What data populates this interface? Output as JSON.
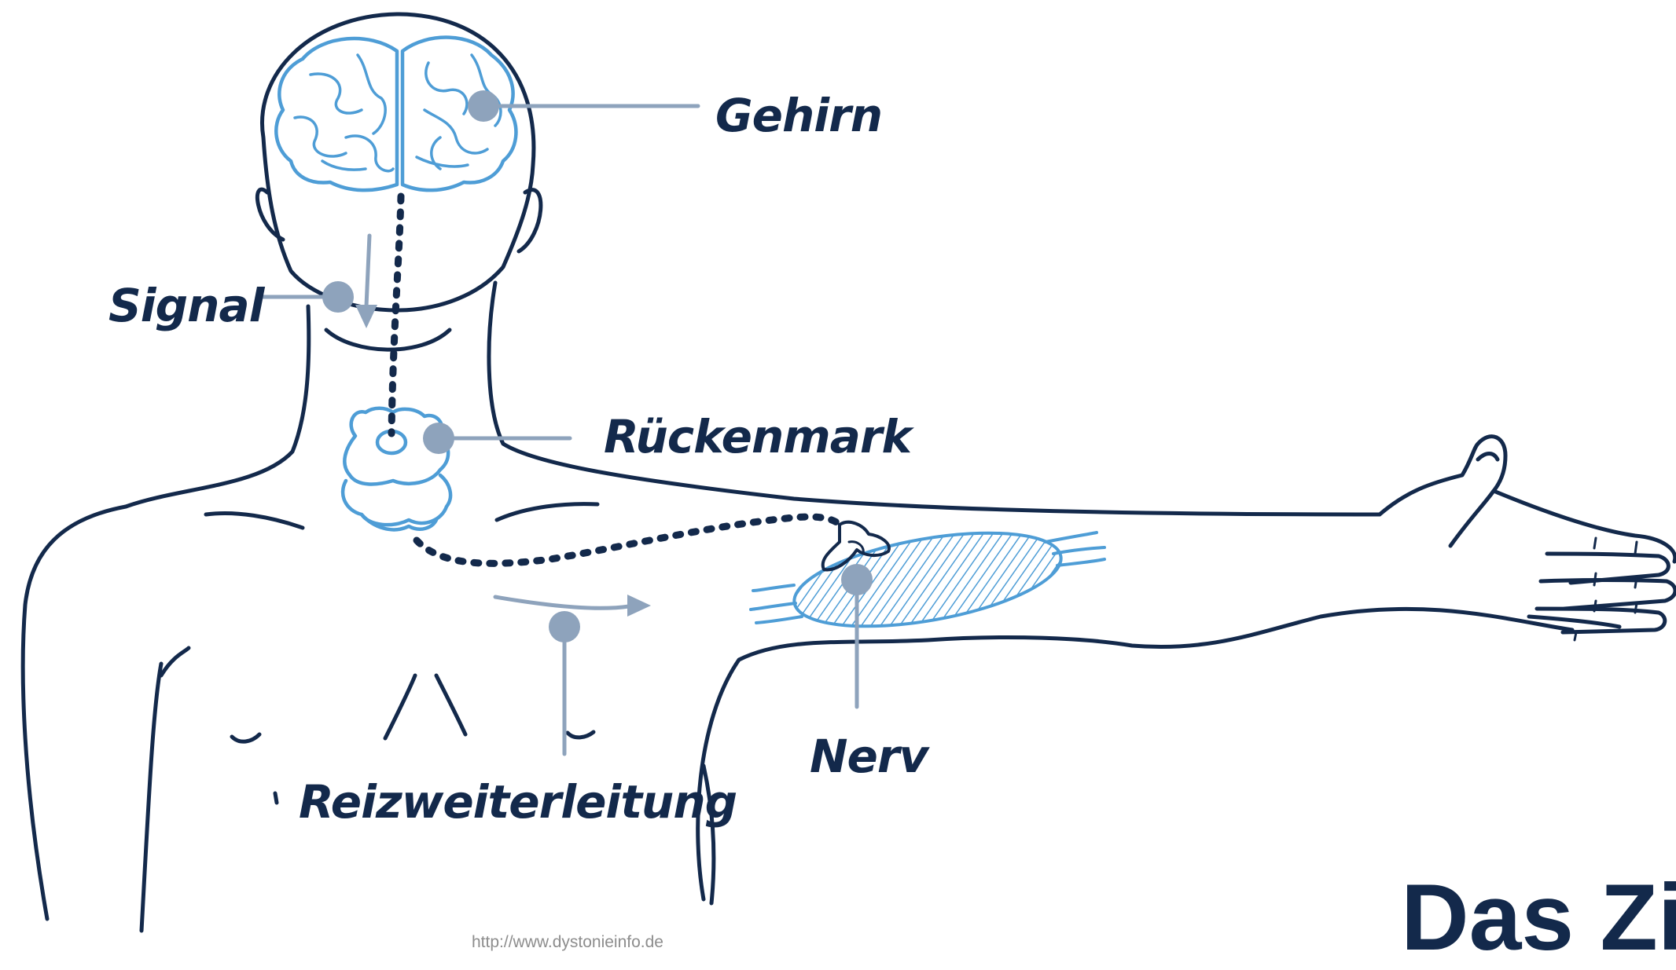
{
  "figure": {
    "labels": {
      "brain": "Gehirn",
      "signal": "Signal",
      "spinal_cord": "Rückenmark",
      "nerve": "Nerv",
      "signal_transmission": "Reizweiterleitung"
    },
    "source_url": "http://www.dystonieinfo.de",
    "title_fragment": "Das Zi"
  },
  "colors": {
    "outline": "#13294b",
    "organ": "#4e9dd6",
    "callout": "#8ea3bc",
    "text": "#13294b"
  }
}
